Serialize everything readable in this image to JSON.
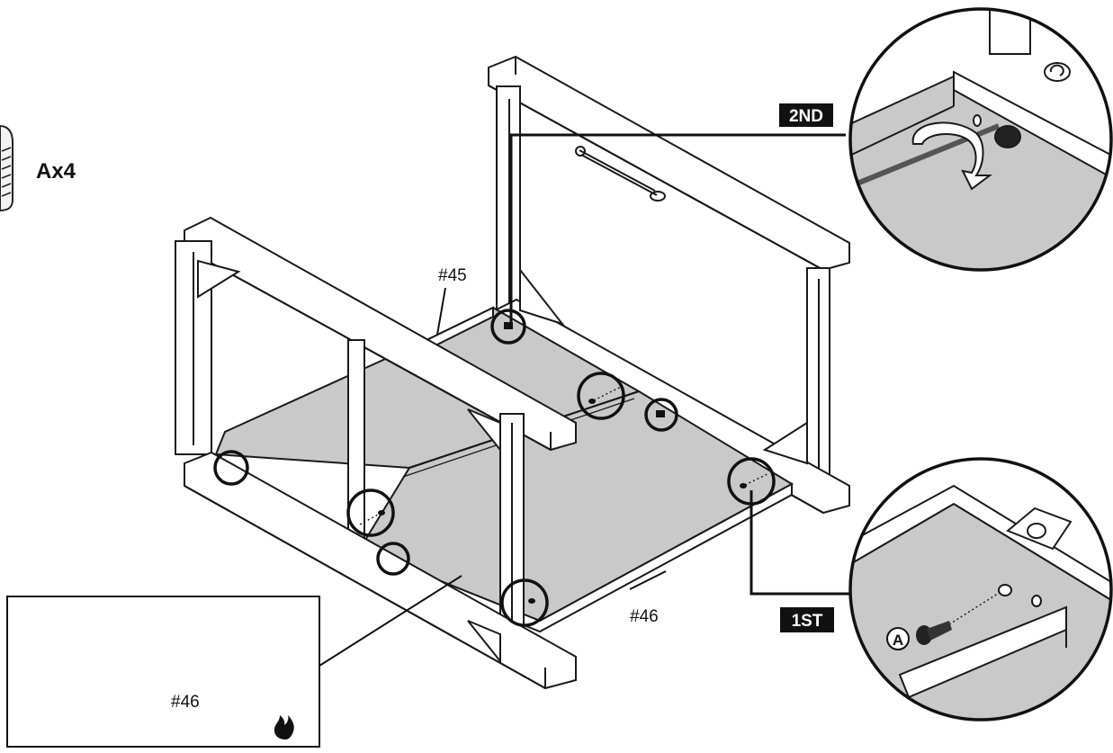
{
  "hardware": {
    "quantity_label": "Ax4",
    "icon": "screw-icon"
  },
  "parts": {
    "part_45": "#45",
    "part_46_label": "#46",
    "inset_part": "#46"
  },
  "steps": {
    "first": "1ST",
    "second": "2ND"
  },
  "callout": {
    "screw_letter": "A"
  },
  "colors": {
    "panel_fill": "#c9c9c9",
    "line": "#1a1a1a",
    "tag_bg": "#111111",
    "tag_text": "#ffffff"
  }
}
